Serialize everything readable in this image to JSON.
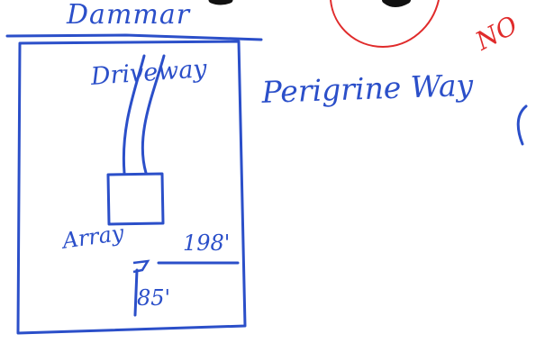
{
  "labels": {
    "top_road": "Dammar",
    "driveway": "Driveway",
    "street": "Perigrine Way",
    "rejection": "NO",
    "array": "Array",
    "dimension_width": "198'",
    "dimension_depth": "85'"
  },
  "colors": {
    "ink_blue": "#2b4fc9",
    "ink_red": "#e02b2b",
    "ink_black": "#111111"
  }
}
